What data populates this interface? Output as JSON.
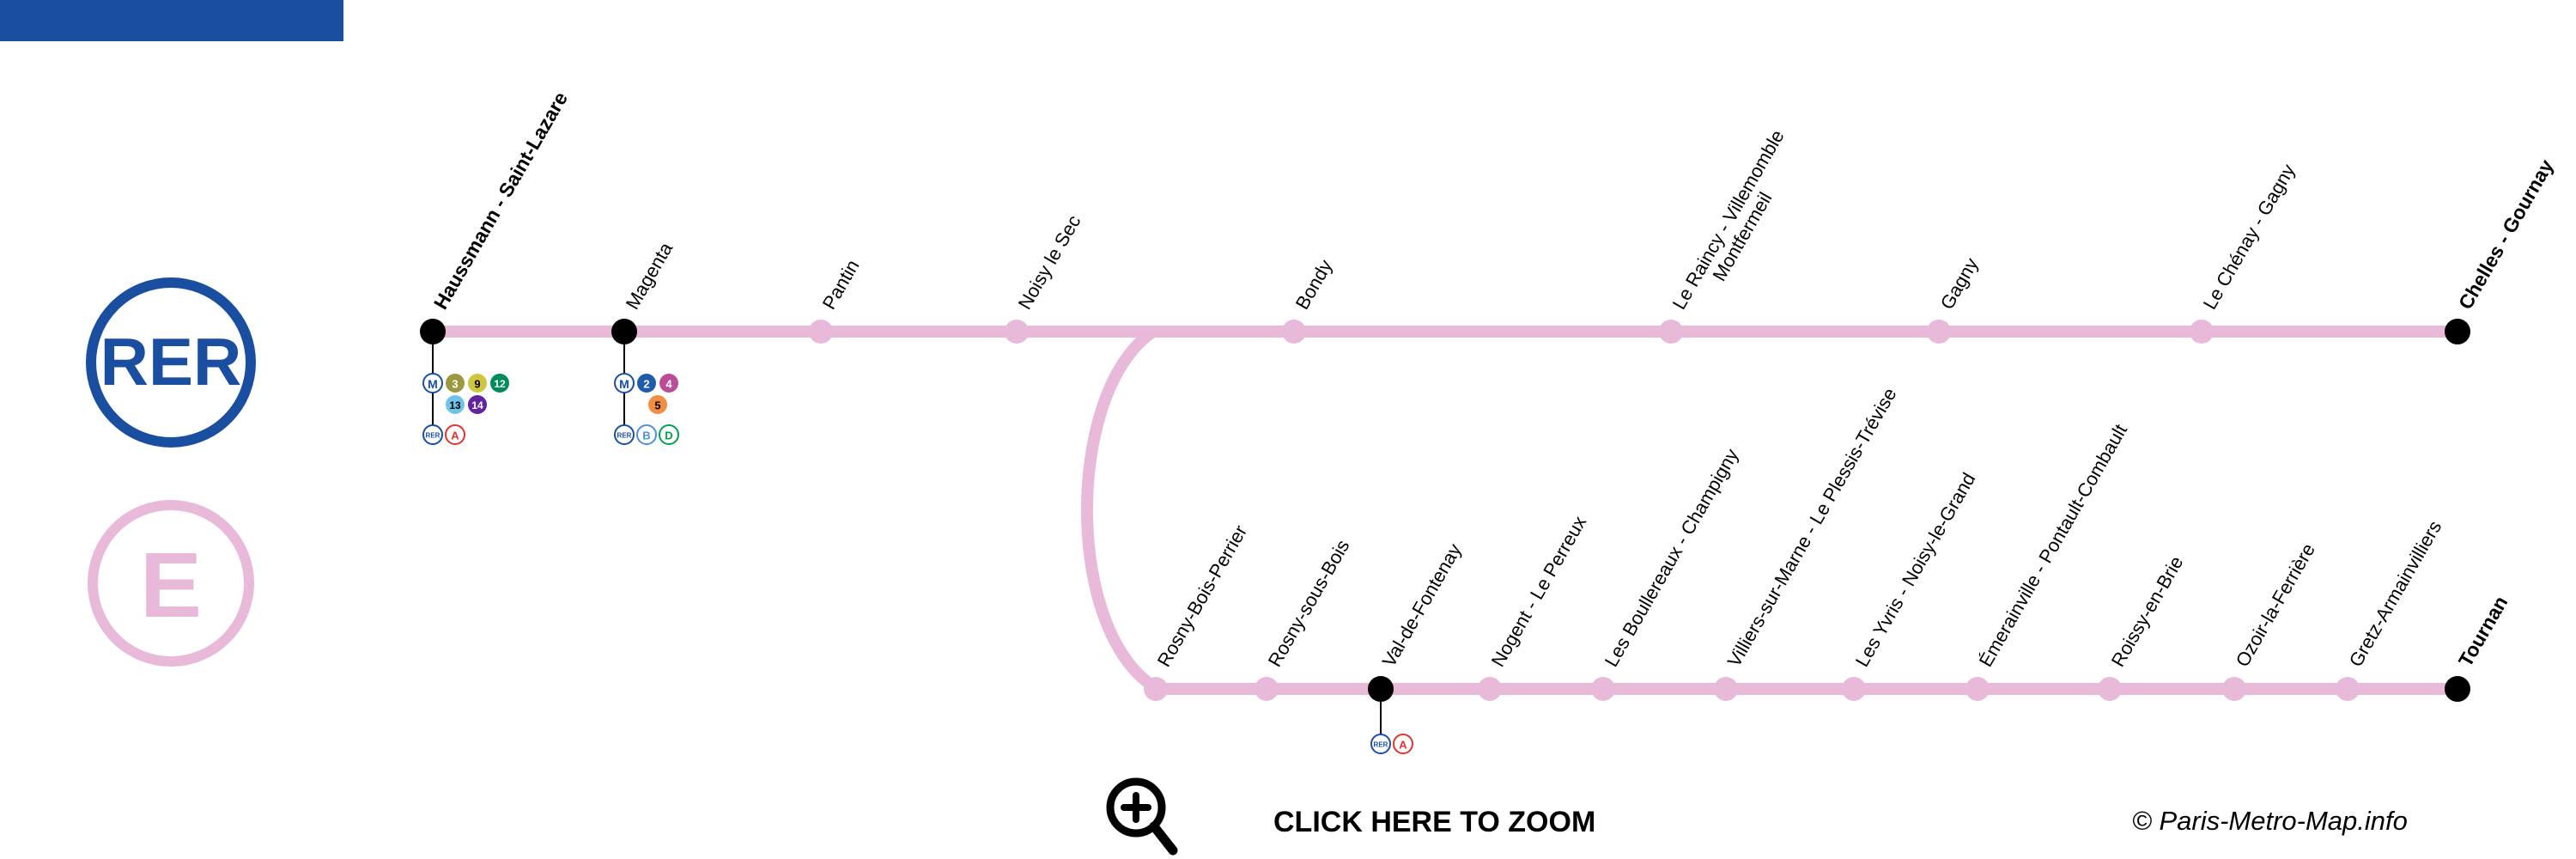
{
  "logo": {
    "network": "RER",
    "line": "E"
  },
  "colors": {
    "rer_blue": "#1a4ea0",
    "line_e": "#e8b9d8",
    "metro_blue": "#1a4ea0",
    "rer_a": "#e2332b",
    "rer_b": "#4b92db",
    "rer_d": "#00a24f",
    "m2": "#1f5bab",
    "m3": "#9a9940",
    "m4": "#bb4d98",
    "m5": "#f28e42",
    "m9": "#cec73d",
    "m12": "#008b5a",
    "m13": "#6ec4e8",
    "m14": "#62259d"
  },
  "main_branch": [
    {
      "name": "Haussmann - Saint-Lazare",
      "terminus": true,
      "metro": [
        "3",
        "9",
        "12",
        "13",
        "14"
      ],
      "rer": [
        "A"
      ]
    },
    {
      "name": "Magenta",
      "terminus": false,
      "interchange": true,
      "metro": [
        "2",
        "4",
        "5"
      ],
      "rer": [
        "B",
        "D"
      ]
    },
    {
      "name": "Pantin"
    },
    {
      "name": "Noisy le Sec"
    },
    {
      "name": "Bondy"
    },
    {
      "name_lines": [
        "Le Raincy - Villemomble",
        "Montfermeil"
      ]
    },
    {
      "name": "Gagny"
    },
    {
      "name": "Le Chénay - Gagny"
    },
    {
      "name": "Chelles - Gournay",
      "terminus": true
    }
  ],
  "tournan_branch": [
    {
      "name": "Rosny-Bois-Perrier"
    },
    {
      "name": "Rosny-sous-Bois"
    },
    {
      "name": "Val-de-Fontenay",
      "interchange": true,
      "rer": [
        "A"
      ]
    },
    {
      "name": "Nogent - Le Perreux"
    },
    {
      "name": "Les Boullereaux - Champigny"
    },
    {
      "name": "Villiers-sur-Marne - Le Plessis-Trévise"
    },
    {
      "name": "Les Yvris - Noisy-le-Grand"
    },
    {
      "name": "Émerainville - Pontault-Combault"
    },
    {
      "name": "Roissy-en-Brie"
    },
    {
      "name": "Ozoir-la-Ferrière"
    },
    {
      "name": "Gretz-Armainvilliers"
    },
    {
      "name": "Tournan",
      "terminus": true
    }
  ],
  "badges": {
    "metro_symbol": "M",
    "rer_symbol": "RER"
  },
  "zoom": {
    "icon": "zoom-in-icon",
    "label": "CLICK HERE TO ZOOM"
  },
  "copyright": "© Paris-Metro-Map.info"
}
